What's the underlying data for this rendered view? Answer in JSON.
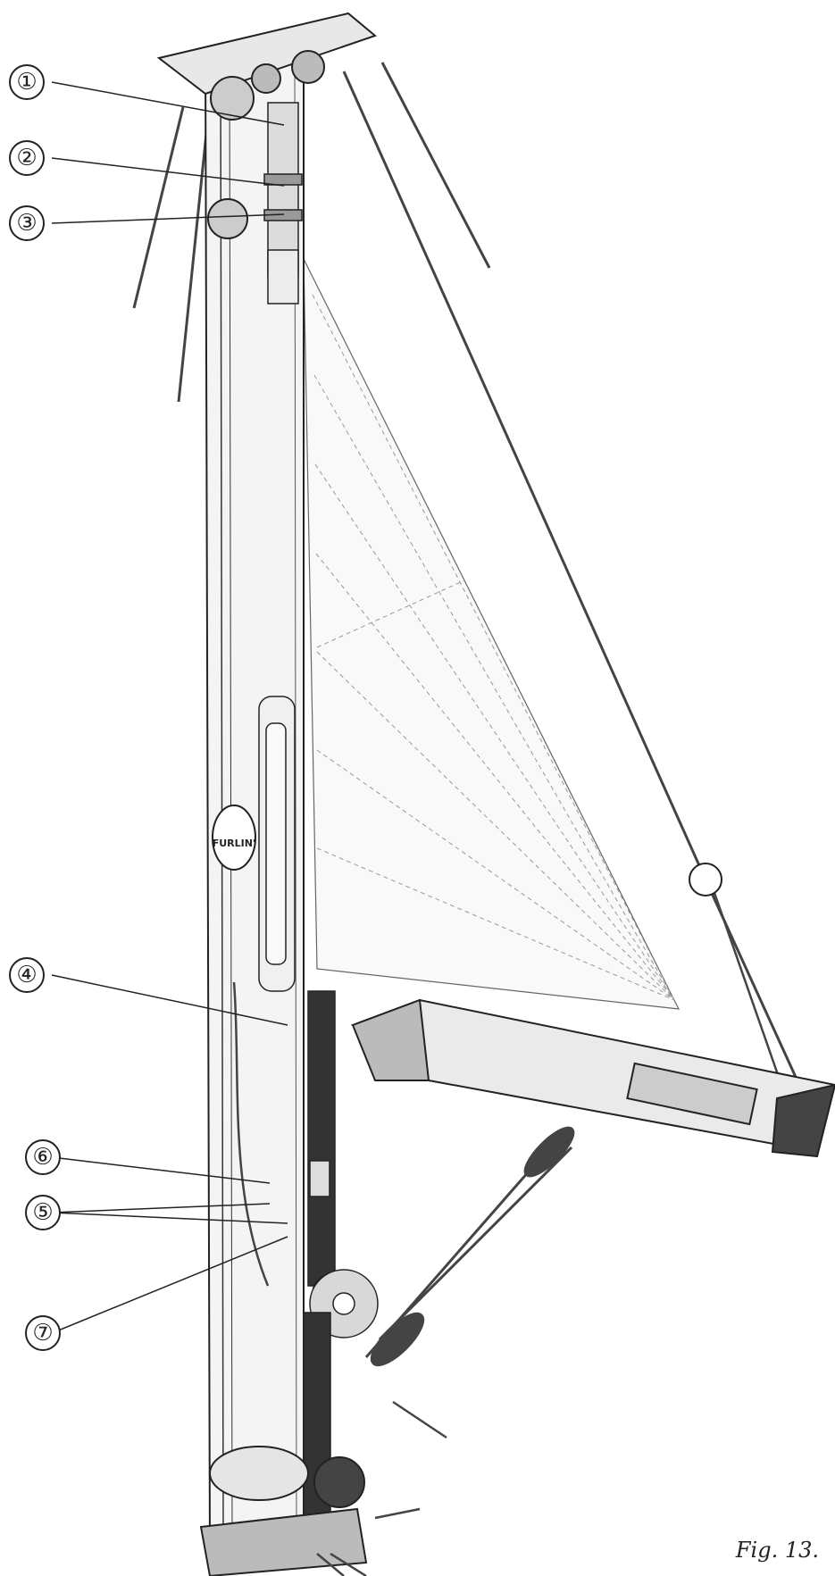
{
  "callouts": [
    {
      "id": "1",
      "label": "①"
    },
    {
      "id": "2",
      "label": "②"
    },
    {
      "id": "3",
      "label": "③"
    },
    {
      "id": "4",
      "label": "④"
    },
    {
      "id": "6",
      "label": "⑥"
    },
    {
      "id": "5",
      "label": "⑤"
    },
    {
      "id": "7",
      "label": "⑦"
    }
  ],
  "brand_badge": "FURLIN'",
  "caption": "Fig. 13.",
  "colors": {
    "ink": "#222222",
    "mast_fill": "#f4f4f4",
    "boom_fill": "#eaeaea",
    "sail_fill": "#f9f9f9",
    "dark_part": "#333333"
  }
}
